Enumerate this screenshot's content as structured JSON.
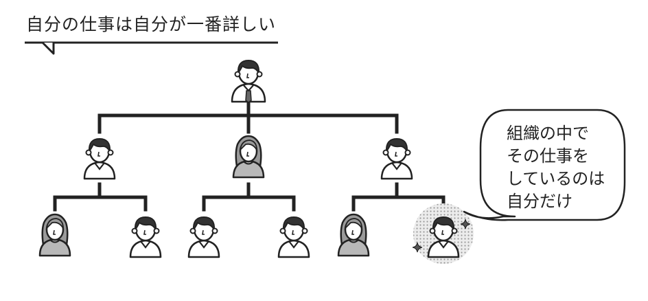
{
  "title": "自分の仕事は自分が一番詳しい",
  "bubble": {
    "lines": [
      "組織の中で",
      "その仕事を",
      "しているのは",
      "自分だけ"
    ]
  },
  "colors": {
    "line": "#222222",
    "skin": "#ffffff",
    "hair": "#333333",
    "female_hair": "#9a9a9a",
    "female_shirt": "#b8b8b8",
    "highlight": "#d8d8d8"
  },
  "icons": {
    "man": "male-person-icon",
    "woman": "female-person-icon",
    "sparkle": "sparkle-icon",
    "speech": "speech-bubble-icon"
  }
}
